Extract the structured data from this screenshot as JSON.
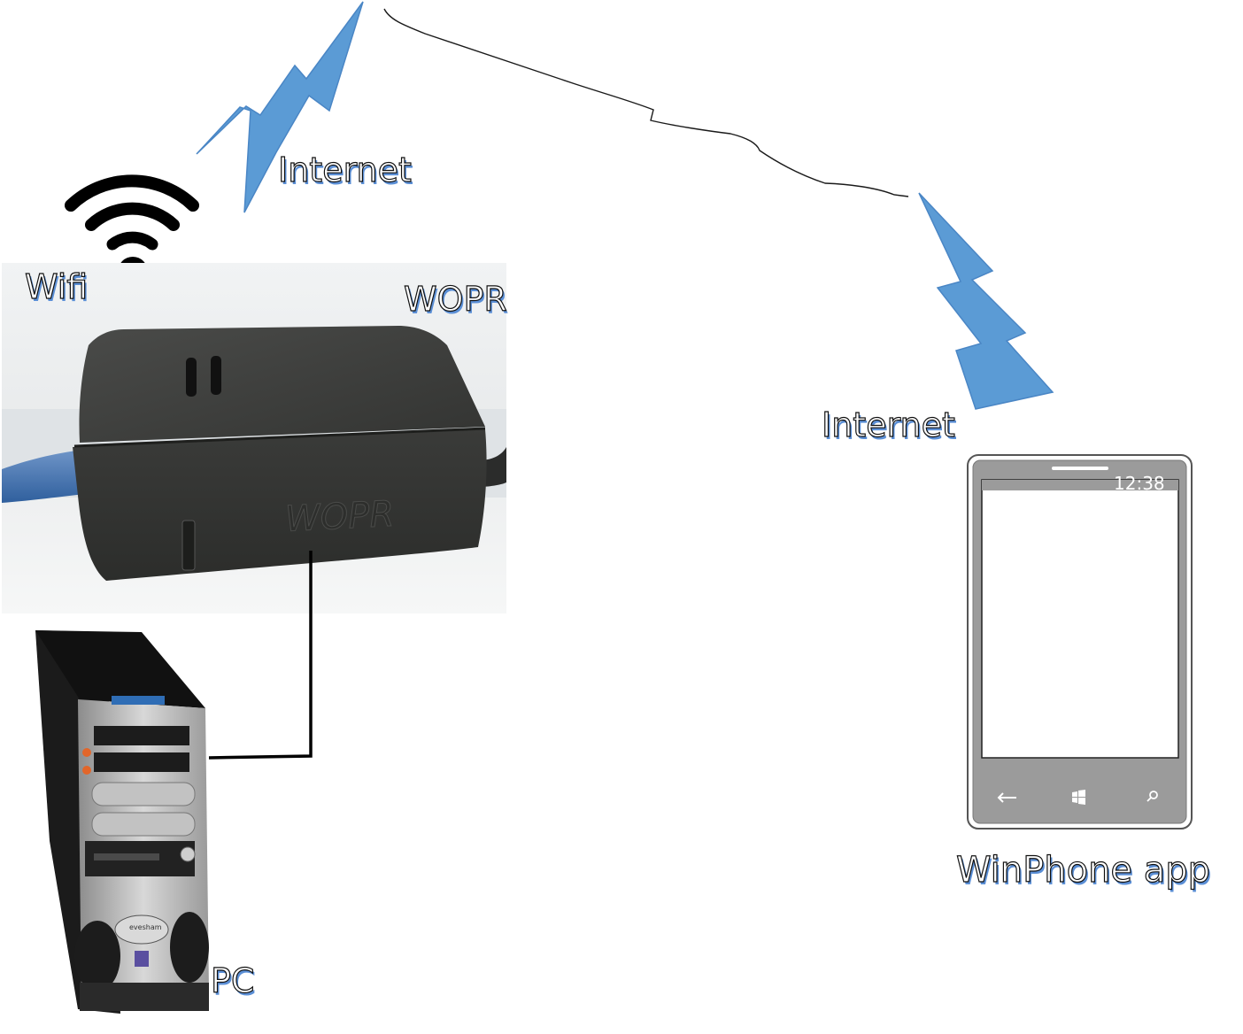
{
  "labels": {
    "internet_top": "Internet",
    "internet_right": "Internet",
    "wifi": "Wifi",
    "wopr": "WOPR",
    "pc": "PC",
    "winphone": "WinPhone app"
  },
  "devices": {
    "wopr_engraving": "WOPR",
    "phone_clock": "12:38",
    "pc_brand": "evesham"
  },
  "icons": [
    "wifi-icon",
    "lightning-bolt-icon",
    "phone-back-icon",
    "phone-windows-icon",
    "phone-search-icon"
  ],
  "colors": {
    "bolt": "#5b9bd5",
    "bolt_edge": "#4a86c5",
    "label_shadow": "#5b8fd6",
    "wopr_box": "#3c3d3b",
    "phone_body": "#9b9b9b"
  }
}
